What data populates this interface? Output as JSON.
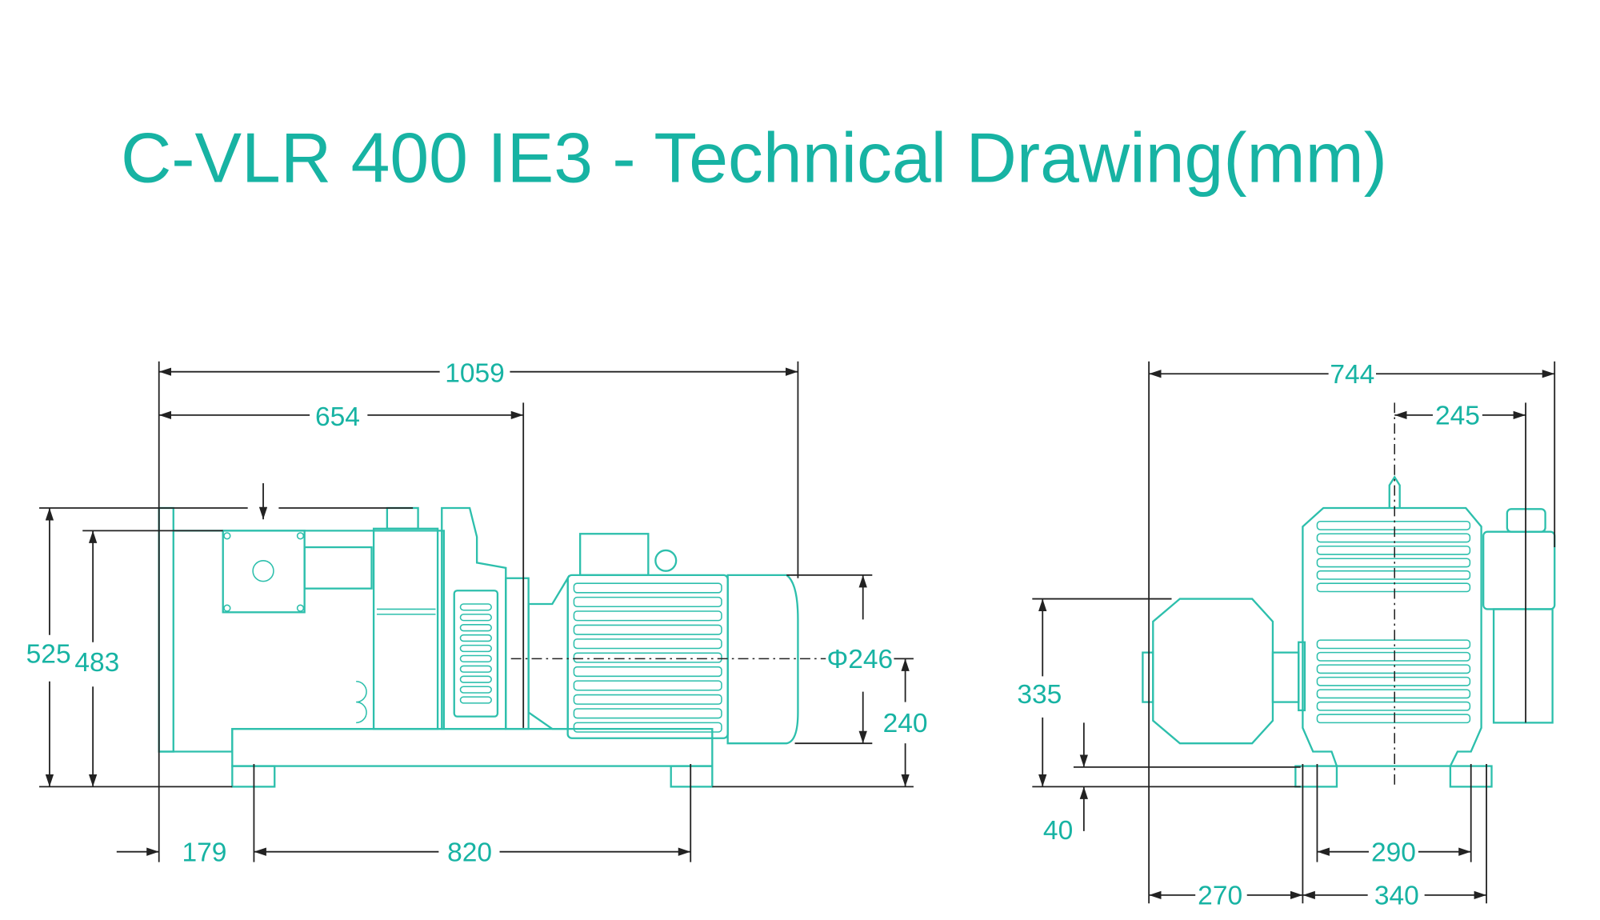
{
  "title": "C-VLR 400 IE3 - Technical Drawing(mm)",
  "colors": {
    "accent": "#17b3a3",
    "line": "#222222",
    "machine": "#2dbfac"
  },
  "side_view": {
    "overall_length": "1059",
    "pump_length": "654",
    "overall_height": "525",
    "inlet_height": "483",
    "motor_diameter": "Φ246",
    "shaft_height": "240",
    "foot_offset": "179",
    "foot_spacing": "820"
  },
  "front_view": {
    "overall_width": "744",
    "knob_offset": "245",
    "small_motor_height": "335",
    "foot_height": "40",
    "foot_spacing": "290",
    "left_offset": "270",
    "base_width": "340"
  }
}
